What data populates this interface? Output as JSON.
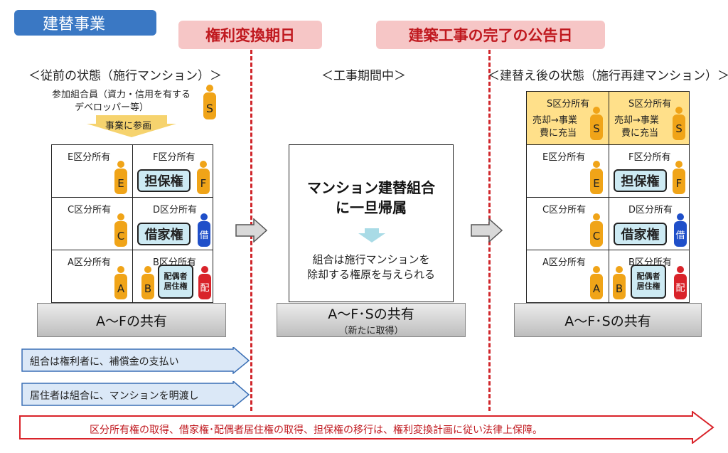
{
  "title": "建替事業",
  "milestones": {
    "right_conversion_date": "権利変換期日",
    "completion_notice_date": "建築工事の完了の公告日"
  },
  "phases": {
    "before": "＜従前の状態（施行マンション）＞",
    "during": "＜工事期間中＞",
    "after": "＜建替え後の状態（施行再建マンション）＞"
  },
  "before": {
    "participant_note_line1": "参加組合員（資力・信用を有する",
    "participant_note_line2": "デベロッパー等）",
    "participant_letter": "S",
    "join_arrow_label": "事業に参画",
    "units": {
      "E": "E区分所有",
      "F": "F区分所有",
      "C": "C区分所有",
      "D": "D区分所有",
      "A": "A区分所有",
      "B": "B区分所有"
    },
    "letters": {
      "E": "E",
      "F": "F",
      "C": "C",
      "A": "A",
      "B": "B"
    },
    "tags": {
      "security": "担保権",
      "lease": "借家権",
      "spouse_line1": "配偶者",
      "spouse_line2": "居住権"
    },
    "person_marks": {
      "lease": "借",
      "spouse": "配"
    },
    "base": "A～Fの共有"
  },
  "during": {
    "box_title_line1": "マンション建替組合",
    "box_title_line2": "に一旦帰属",
    "box_note_line1": "組合は施行マンションを",
    "box_note_line2": "除却する権原を与えられる",
    "base": "A～F･Sの共有",
    "base_sub": "（新たに取得）"
  },
  "after": {
    "s_unit_label": "S区分所有",
    "s_note_line1": "売却→事業",
    "s_note_line2": "費に充当",
    "s_letter": "S",
    "units": {
      "E": "E区分所有",
      "F": "F区分所有",
      "C": "C区分所有",
      "D": "D区分所有",
      "A": "A区分所有",
      "B": "B区分所有"
    },
    "letters": {
      "E": "E",
      "F": "F",
      "C": "C",
      "A": "A",
      "B": "B"
    },
    "tags": {
      "security": "担保権",
      "lease": "借家権",
      "spouse_line1": "配偶者",
      "spouse_line2": "居住権"
    },
    "person_marks": {
      "lease": "借",
      "spouse": "配"
    },
    "base": "A～F･Sの共有"
  },
  "arrows": {
    "compensation": "組合は権利者に、補償金の支払い",
    "vacate": "居住者は組合に、マンションを明渡し"
  },
  "bottom_note": "区分所有権の取得、借家権･配偶者居住権の取得、担保権の移行は、権利変換計画に従い法律上保障。",
  "colors": {
    "title_bg": "#3a78c4",
    "milestone_bg": "#f6c6c6",
    "milestone_text": "#c0191f",
    "owner_person": "#f0a418",
    "lease_person": "#1f4fc9",
    "spouse_person": "#d9232a",
    "tag_bg": "#cdeaf3",
    "s_unit_bg": "#ffe08a"
  },
  "icons": [
    "person-icon",
    "gray-right-arrow-icon",
    "down-arrow-icon",
    "blue-arrow-icon",
    "red-outline-arrow-icon"
  ]
}
